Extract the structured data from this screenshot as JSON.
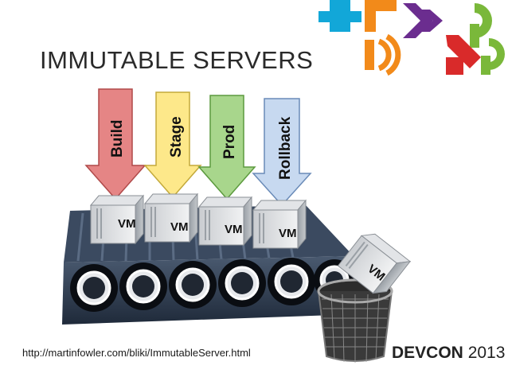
{
  "slide": {
    "title": "IMMUTABLE SERVERS",
    "url": "http://martinfowler.com/bliki/ImmutableServer.html",
    "brand_bold": "DEVCON",
    "brand_year": "2013"
  },
  "stages": [
    {
      "label": "Build",
      "color": "#e58585"
    },
    {
      "label": "Stage",
      "color": "#fde88a"
    },
    {
      "label": "Prod",
      "color": "#a8d68c"
    },
    {
      "label": "Rollback",
      "color": "#c7d9f0"
    }
  ],
  "servers": [
    {
      "label": "VM"
    },
    {
      "label": "VM"
    },
    {
      "label": "VM"
    },
    {
      "label": "VM"
    }
  ],
  "discarded_server": {
    "label": "VM"
  },
  "logo_colors": {
    "blue": "#12a7d8",
    "orange": "#f28a1a",
    "purple": "#6b2d8f",
    "red": "#d92a2a",
    "green": "#7ab83a"
  }
}
